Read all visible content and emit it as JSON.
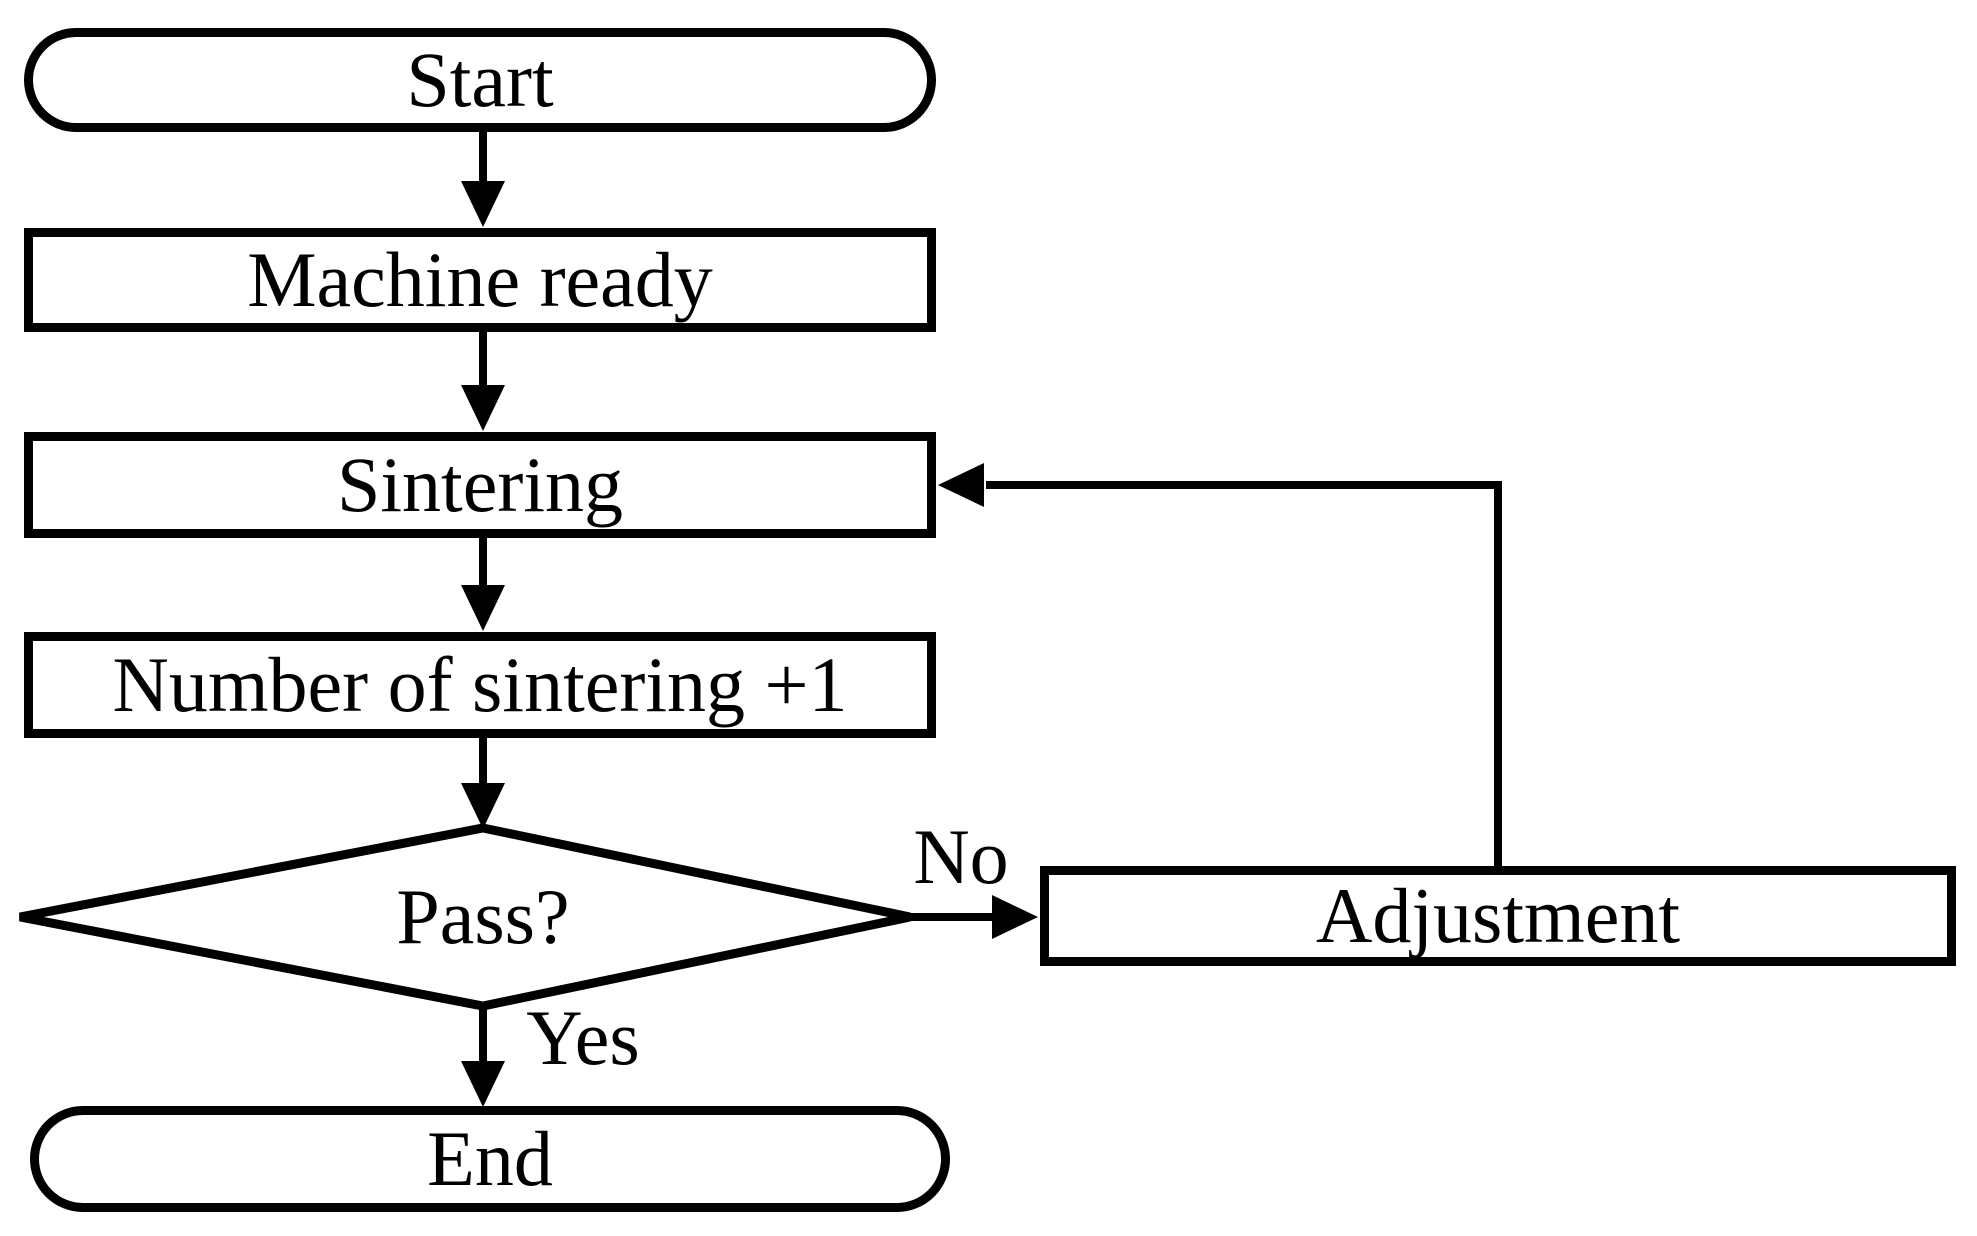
{
  "diagram_type": "flowchart",
  "nodes": {
    "start": {
      "label": "Start",
      "shape": "terminator"
    },
    "machine_ready": {
      "label": "Machine ready",
      "shape": "process"
    },
    "sintering": {
      "label": "Sintering",
      "shape": "process"
    },
    "number_of_sintering": {
      "label": "Number of sintering +1",
      "shape": "process"
    },
    "pass_decision": {
      "label": "Pass?",
      "shape": "decision"
    },
    "adjustment": {
      "label": "Adjustment",
      "shape": "process"
    },
    "end": {
      "label": "End",
      "shape": "terminator"
    }
  },
  "edges": [
    {
      "from": "start",
      "to": "machine_ready",
      "label": ""
    },
    {
      "from": "machine_ready",
      "to": "sintering",
      "label": ""
    },
    {
      "from": "sintering",
      "to": "number_of_sintering",
      "label": ""
    },
    {
      "from": "number_of_sintering",
      "to": "pass_decision",
      "label": ""
    },
    {
      "from": "pass_decision",
      "to": "end",
      "label": "Yes"
    },
    {
      "from": "pass_decision",
      "to": "adjustment",
      "label": "No"
    },
    {
      "from": "adjustment",
      "to": "sintering",
      "label": ""
    }
  ],
  "colors": {
    "background": "#ffffff",
    "stroke": "#000000",
    "text": "#000000"
  }
}
